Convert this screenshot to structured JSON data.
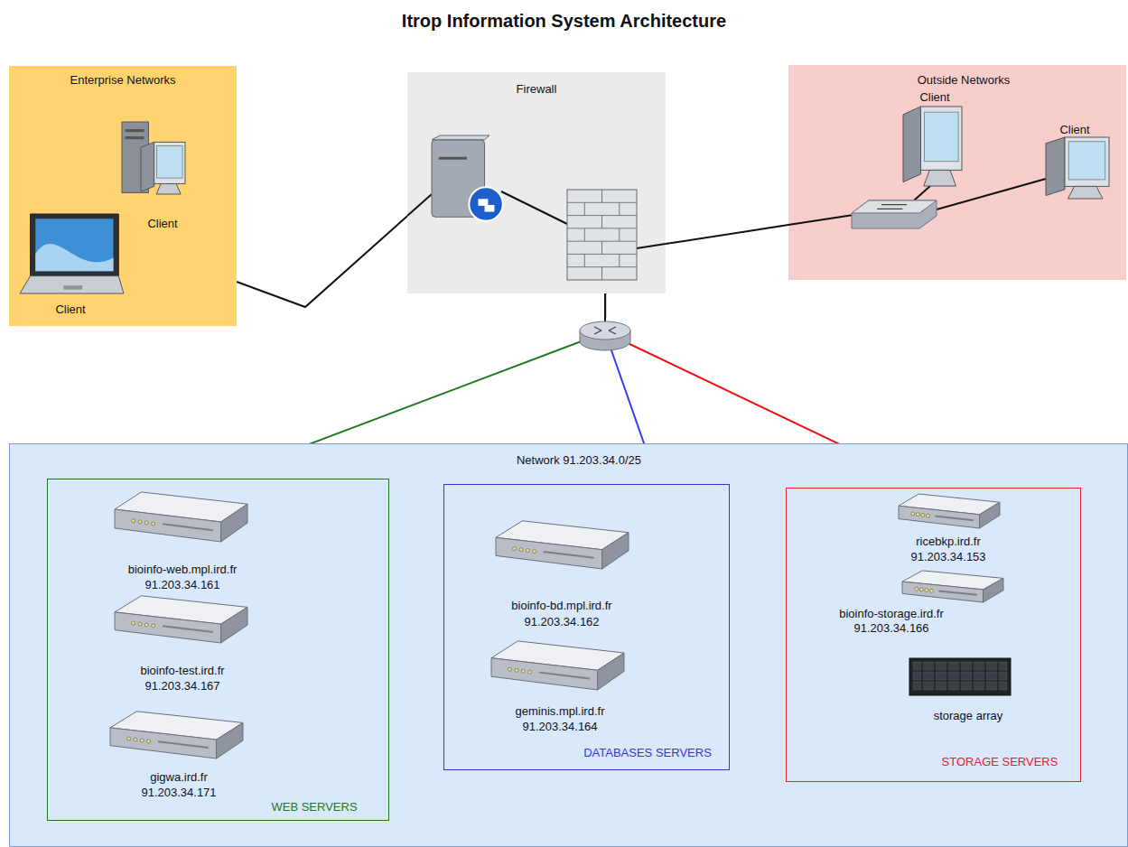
{
  "diagram": {
    "title": "Itrop Information System Architecture",
    "nodes": [
      {
        "text": [
          "Enterprise Networks"
        ]
      },
      {
        "text": [
          "Client"
        ],
        "in": 0
      },
      {
        "text": [
          "Client"
        ],
        "in": 0
      },
      {
        "text": [
          "Firewall"
        ]
      },
      {
        "text": [
          "Outside Networks"
        ]
      },
      {
        "text": [
          "Client"
        ],
        "in": 4
      },
      {
        "text": [
          "Client"
        ],
        "in": 4
      },
      {
        "text": [
          "Network 91.203.34.0/25"
        ]
      },
      {
        "text": [
          "WEB SERVERS"
        ],
        "in": 7
      },
      {
        "text": [
          "bioinfo-web.mpl.ird.fr",
          "91.203.34.161"
        ],
        "in": 8
      },
      {
        "text": [
          "bioinfo-test.ird.fr",
          "91.203.34.167"
        ],
        "in": 8
      },
      {
        "text": [
          "gigwa.ird.fr",
          "91.203.34.171"
        ],
        "in": 8
      },
      {
        "text": [
          "DATABASES SERVERS"
        ],
        "in": 7
      },
      {
        "text": [
          "bioinfo-bd.mpl.ird.fr",
          "91.203.34.162"
        ],
        "in": 12
      },
      {
        "text": [
          "geminis.mpl.ird.fr",
          "91.203.34.164"
        ],
        "in": 12
      },
      {
        "text": [
          "STORAGE SERVERS"
        ],
        "in": 7
      },
      {
        "text": [
          "ricebkp.ird.fr",
          "91.203.34.153"
        ],
        "in": 15
      },
      {
        "text": [
          "bioinfo-storage.ird.fr",
          "91.203.34.166"
        ],
        "in": 15
      },
      {
        "text": [
          "storage array"
        ],
        "in": 15
      }
    ],
    "edges": [
      {
        "from": 0,
        "to": 3,
        "arrow": "none"
      },
      {
        "from": 3,
        "to": 4,
        "arrow": "none"
      },
      {
        "from": 3,
        "to": 8,
        "arrow": "none"
      },
      {
        "from": 3,
        "to": 12,
        "arrow": "none"
      },
      {
        "from": 3,
        "to": 15,
        "arrow": "none"
      },
      {
        "from": 17,
        "to": 18,
        "arrow": "both"
      }
    ]
  }
}
